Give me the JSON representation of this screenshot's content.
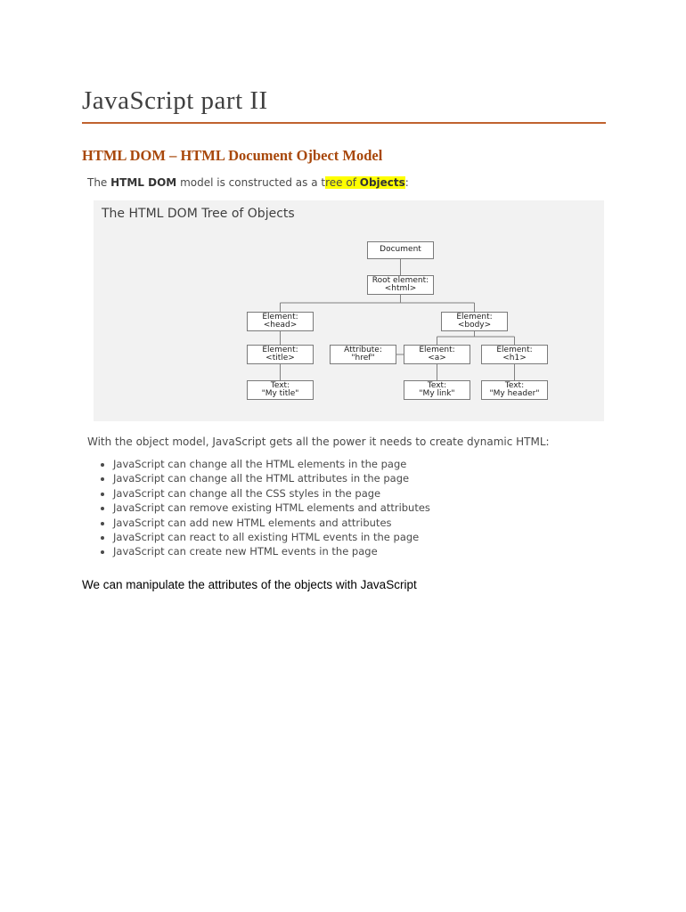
{
  "page": {
    "title": "JavaScript part II"
  },
  "section": {
    "heading": "HTML DOM – HTML Document Ojbect Model"
  },
  "intro": {
    "part1": "The ",
    "bold1": "HTML DOM",
    "part2": " model is constructed as a t",
    "hl1": "ree of ",
    "hl_bold": "Objects",
    "part3": ":"
  },
  "diagram": {
    "title": "The HTML DOM Tree of Objects",
    "nodes": {
      "document": {
        "line1": "Document",
        "line2": ""
      },
      "root": {
        "line1": "Root element:",
        "line2": "<html>"
      },
      "head": {
        "line1": "Element:",
        "line2": "<head>"
      },
      "body_el": {
        "line1": "Element:",
        "line2": "<body>"
      },
      "title_el": {
        "line1": "Element:",
        "line2": "<title>"
      },
      "attr_href": {
        "line1": "Attribute:",
        "line2": "\"href\""
      },
      "a_el": {
        "line1": "Element:",
        "line2": "<a>"
      },
      "h1_el": {
        "line1": "Element:",
        "line2": "<h1>"
      },
      "text_title": {
        "line1": "Text:",
        "line2": "\"My title\""
      },
      "text_link": {
        "line1": "Text:",
        "line2": "\"My link\""
      },
      "text_header": {
        "line1": "Text:",
        "line2": "\"My header\""
      }
    }
  },
  "body": {
    "lead": "With the object model, JavaScript gets all the power it needs to create dynamic HTML:",
    "bullets": [
      "JavaScript can change all the HTML elements in the page",
      "JavaScript can change all the HTML attributes in the page",
      "JavaScript can change all the CSS styles in the page",
      "JavaScript can remove existing HTML elements and attributes",
      "JavaScript can add new HTML elements and attributes",
      "JavaScript can react to all existing HTML events in the page",
      "JavaScript can create new HTML events in the page"
    ],
    "footer": "We can manipulate the attributes of the objects with JavaScript"
  },
  "colors": {
    "title_rule": "#C0622F",
    "heading": "#A8480B",
    "highlight": "#FFFF00",
    "panel_bg": "#F2F2F2"
  }
}
